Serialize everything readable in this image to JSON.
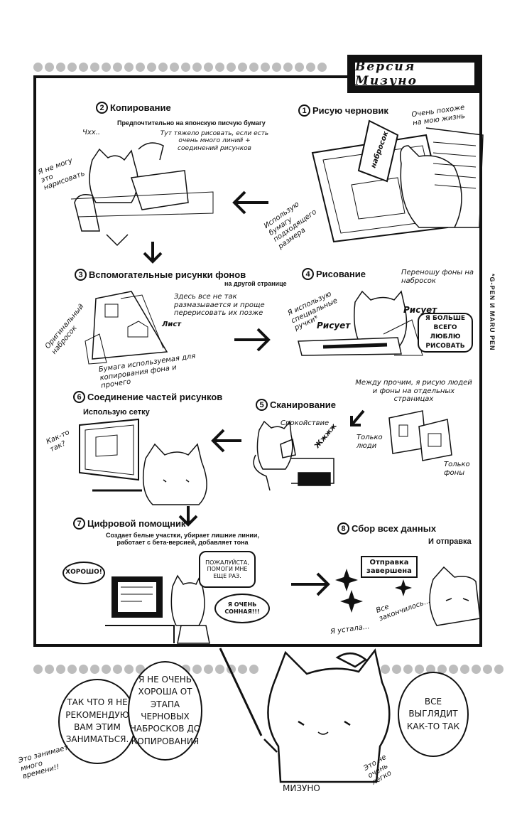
{
  "header": {
    "title": "Версия Мизуно"
  },
  "side_credit": "*G-PEN И MARU PEN",
  "steps": {
    "s1": {
      "num": "1",
      "title": "Рисую черновик",
      "notes": {
        "similar": "Очень похоже на мою жизнь",
        "paper": "Использую бумагу подходящего размера",
        "sketch_label": "набросок"
      }
    },
    "s2": {
      "num": "2",
      "title": "Копирование",
      "subtitle": "Предпочтительно на японскую писчую бумагу",
      "notes": {
        "hard": "Тут тяжело рисовать, если есть очень много линий + соединений рисунков",
        "ugh": "Чхх..",
        "cant": "Я не могу это нарисовать"
      }
    },
    "s3": {
      "num": "3",
      "title": "Вспомогательные рисунки фонов",
      "subtitle": "на другой странице",
      "notes": {
        "blurry": "Здесь все не так размазывается и проще перерисовать их позже",
        "original": "Оригинальный набросок",
        "copy_paper": "Бумага используемая для копирования фона и прочего",
        "sheet": "Лист"
      }
    },
    "s4": {
      "num": "4",
      "title": "Рисование",
      "notes": {
        "transfer": "Переношу фоны на набросок",
        "special": "Я использую специальные ручки*",
        "draws_1": "Рисует",
        "draws_2": "Рисует",
        "love": "Я БОЛЬШЕ ВСЕГО ЛЮБЛЮ РИСОВАТЬ"
      }
    },
    "s5": {
      "num": "5",
      "title": "Сканирование",
      "notes": {
        "calm": "Спокойствие",
        "zhzh": "Жжжж",
        "between": "Между прочим, я рисую людей и фоны на отдельных страницах",
        "only_people": "Только люди",
        "only_bg": "Только фоны"
      }
    },
    "s6": {
      "num": "6",
      "title": "Соединение частей рисунков",
      "subtitle": "Использую сетку",
      "notes": {
        "somehow": "Как-то так?"
      }
    },
    "s7": {
      "num": "7",
      "title": "Цифровой помощник",
      "subtitle": "Создает белые участки, убирает лишние линии, работает с бета-версией, добавляет тона",
      "notes": {
        "ok": "ХОРОШО!",
        "please": "ПОЖАЛУЙСТА, ПОМОГИ МНЕ ЕЩЕ РАЗ.",
        "sleepy": "Я ОЧЕНЬ СОННАЯ!!!"
      }
    },
    "s8": {
      "num": "8",
      "title": "Сбор всех данных",
      "subtitle": "И отправка",
      "notes": {
        "sent": "Отправка завершена",
        "done": "Все закончилось...",
        "tired": "Я устала..."
      }
    }
  },
  "bottom": {
    "bubble_left": "ТАК ЧТО Я НЕ РЕКОМЕНДУЮ ВАМ ЭТИМ ЗАНИМАТЬСЯ.",
    "bubble_mid": "Я НЕ ОЧЕНЬ ХОРОША ОТ ЭТАПА ЧЕРНОВЫХ НАБРОСКОВ ДО КОПИРОВАНИЯ",
    "bubble_right": "ВСЕ ВЫГЛЯДИТ КАК-ТО ТАК",
    "note_time": "Это занимает много времени!!",
    "note_easy": "Это не очень легко",
    "name": "МИЗУНО"
  }
}
